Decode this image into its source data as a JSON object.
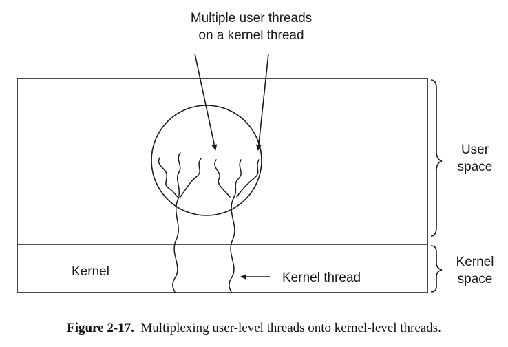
{
  "labels": {
    "multiple_user_threads_line1": "Multiple user threads",
    "multiple_user_threads_line2": "on a kernel thread",
    "user_space_line1": "User",
    "user_space_line2": "space",
    "kernel_space_line1": "Kernel",
    "kernel_space_line2": "space",
    "kernel": "Kernel",
    "kernel_thread": "Kernel thread"
  },
  "caption": {
    "number": "Figure 2-17.",
    "text": "Multiplexing user-level threads onto kernel-level threads."
  },
  "colors": {
    "ink": "#1a1a1a",
    "background": "#ffffff"
  }
}
